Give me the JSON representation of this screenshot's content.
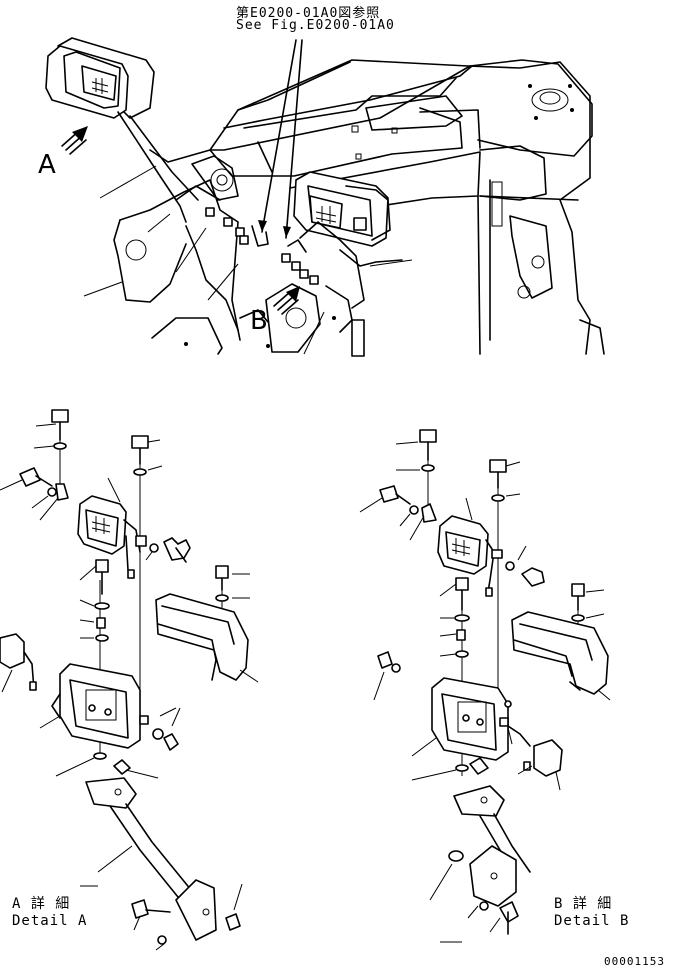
{
  "reference": {
    "jp": "第E0200-01A0図参照",
    "en": "See Fig.E0200-01A0"
  },
  "view_labels": {
    "a": "A",
    "b": "B"
  },
  "details": {
    "a": {
      "jp": "A 詳 細",
      "en": "Detail A"
    },
    "b": {
      "jp": "B 詳 細",
      "en": "Detail B"
    }
  },
  "drawing_number": "00001153"
}
